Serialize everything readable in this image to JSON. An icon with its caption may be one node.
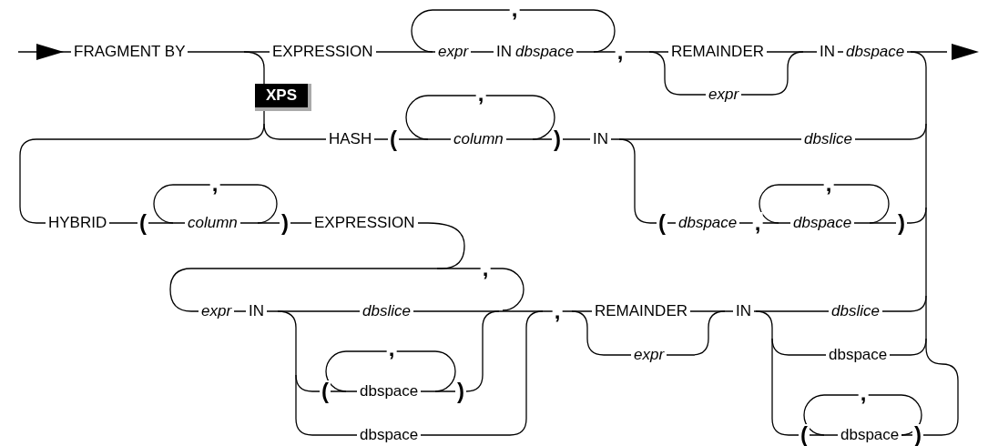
{
  "diagram": {
    "labels": [
      "FRAGMENT BY",
      "EXPRESSION",
      ",",
      "expr",
      "IN",
      "dbspace",
      ",",
      "REMAINDER",
      "IN",
      "dbspace",
      "XPS",
      "expr",
      ",",
      "HASH",
      "(",
      "column",
      ")",
      "IN",
      "dbslice",
      ",",
      ",",
      "HYBRID",
      "(",
      "column",
      ")",
      "EXPRESSION",
      "(",
      "dbspace",
      ",",
      "dbspace",
      ")",
      ",",
      "expr",
      "IN",
      "dbslice",
      ",",
      "REMAINDER",
      "IN",
      "dbslice",
      ",",
      "expr",
      "dbspace",
      "(",
      "dbspace",
      ")",
      ",",
      "dbspace",
      "(",
      "dbspace",
      ")"
    ]
  }
}
